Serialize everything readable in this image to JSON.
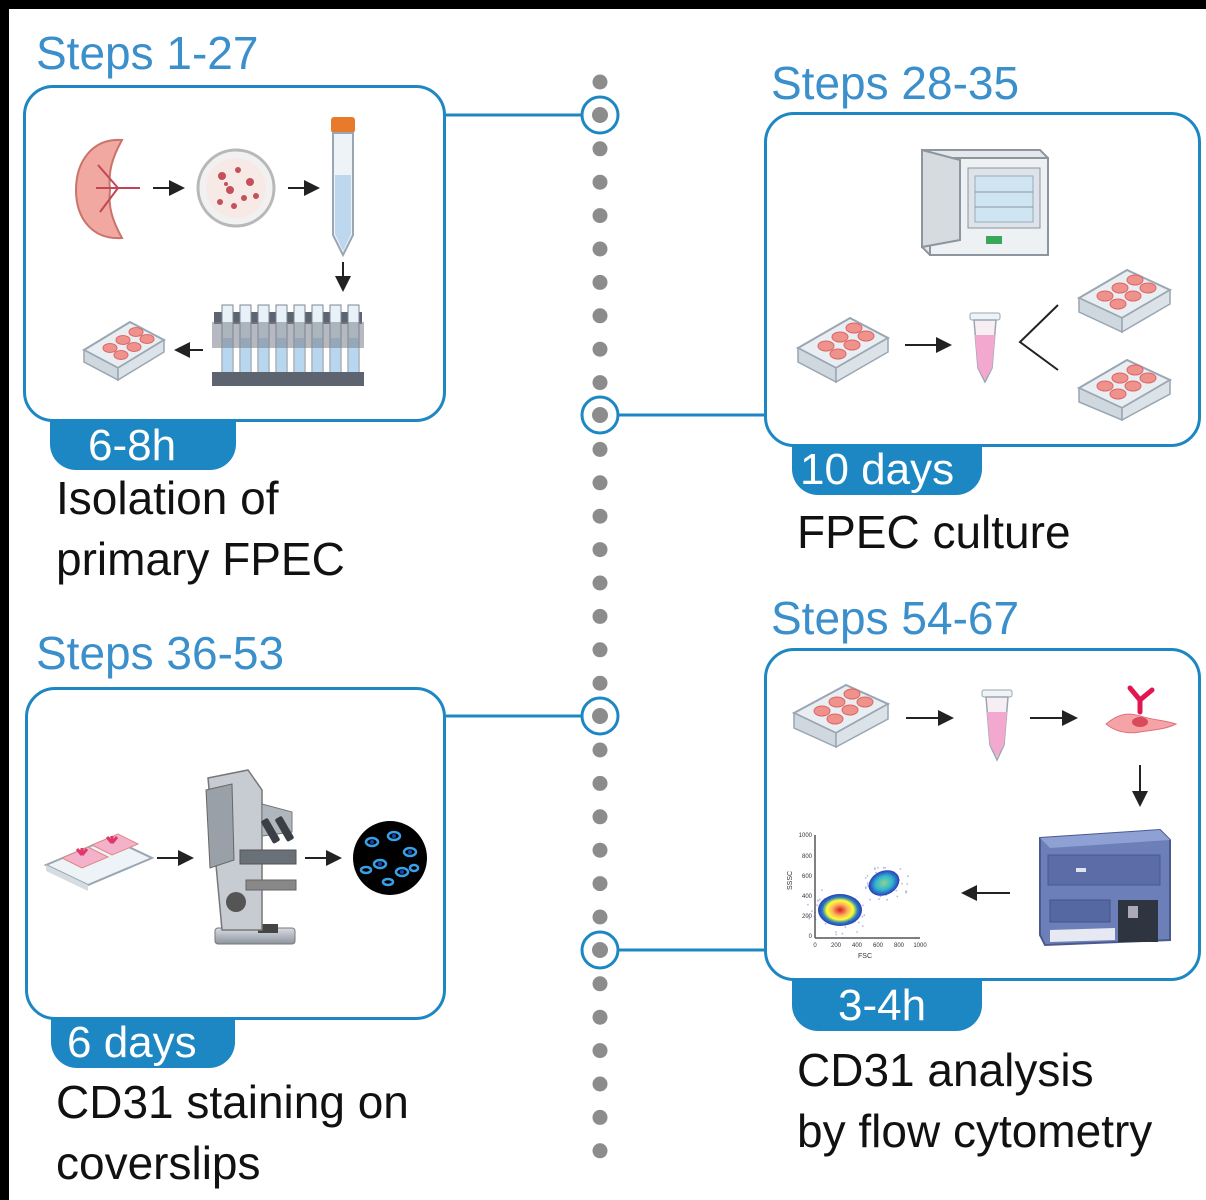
{
  "colors": {
    "accent": "#1d87c3",
    "steps_text": "#3b8fcb",
    "dot": "#8c8c8c",
    "text": "#111111"
  },
  "blocks": [
    {
      "steps": "Steps 1-27",
      "duration": "6-8h",
      "desc_line1": "Isolation of",
      "desc_line2": "primary FPEC"
    },
    {
      "steps": "Steps 28-35",
      "duration": "10 days",
      "desc_line1": "FPEC culture",
      "desc_line2": ""
    },
    {
      "steps": "Steps 36-53",
      "duration": "6 days",
      "desc_line1": "CD31 staining on",
      "desc_line2": "coverslips"
    },
    {
      "steps": "Steps 54-67",
      "duration": "3-4h",
      "desc_line1": "CD31 analysis",
      "desc_line2": "by flow cytometry"
    }
  ],
  "flow_plot": {
    "y_label": "SSSC",
    "x_label": "FSC",
    "y_ticks": [
      "1000",
      "800",
      "600",
      "400",
      "200",
      "0"
    ],
    "x_ticks": [
      "0",
      "200",
      "400",
      "600",
      "800",
      "1000"
    ]
  },
  "icons": [
    "kidney-icon",
    "petri-dish-icon",
    "falcon-tube-icon",
    "tube-rack-icon",
    "well-plate-icon",
    "incubator-icon",
    "eppendorf-tube-icon",
    "antibody-cell-icon",
    "flow-cytometer-icon",
    "chamber-slide-icon",
    "microscope-icon",
    "fluorescence-image-icon"
  ]
}
